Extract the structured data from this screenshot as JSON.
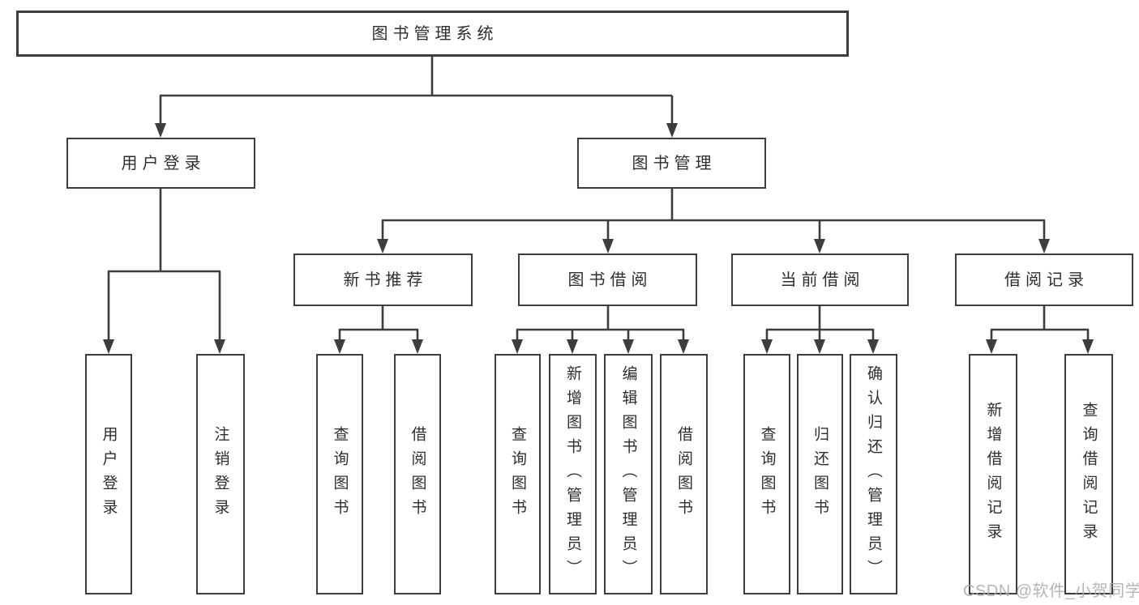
{
  "tree": {
    "label": "图书管理系统",
    "children": [
      {
        "label": "用户登录",
        "children": [
          {
            "label": "用户登录"
          },
          {
            "label": "注销登录"
          }
        ]
      },
      {
        "label": "图书管理",
        "children": [
          {
            "label": "新书推荐",
            "children": [
              {
                "label": "查询图书"
              },
              {
                "label": "借阅图书"
              }
            ]
          },
          {
            "label": "图书借阅",
            "children": [
              {
                "label": "查询图书"
              },
              {
                "label": "新增图书（管理员）"
              },
              {
                "label": "编辑图书（管理员）"
              },
              {
                "label": "借阅图书"
              }
            ]
          },
          {
            "label": "当前借阅",
            "children": [
              {
                "label": "查询图书"
              },
              {
                "label": "归还图书"
              },
              {
                "label": "确认归还（管理员）"
              }
            ]
          },
          {
            "label": "借阅记录",
            "children": [
              {
                "label": "新增借阅记录"
              },
              {
                "label": "查询借阅记录"
              }
            ]
          }
        ]
      }
    ]
  },
  "colors": {
    "line": "#3d3d3d",
    "text": "#2e2e2e",
    "watermark": "#ababab",
    "background": "#ffffff"
  },
  "watermark": "CSDN @软件_小贺同学"
}
